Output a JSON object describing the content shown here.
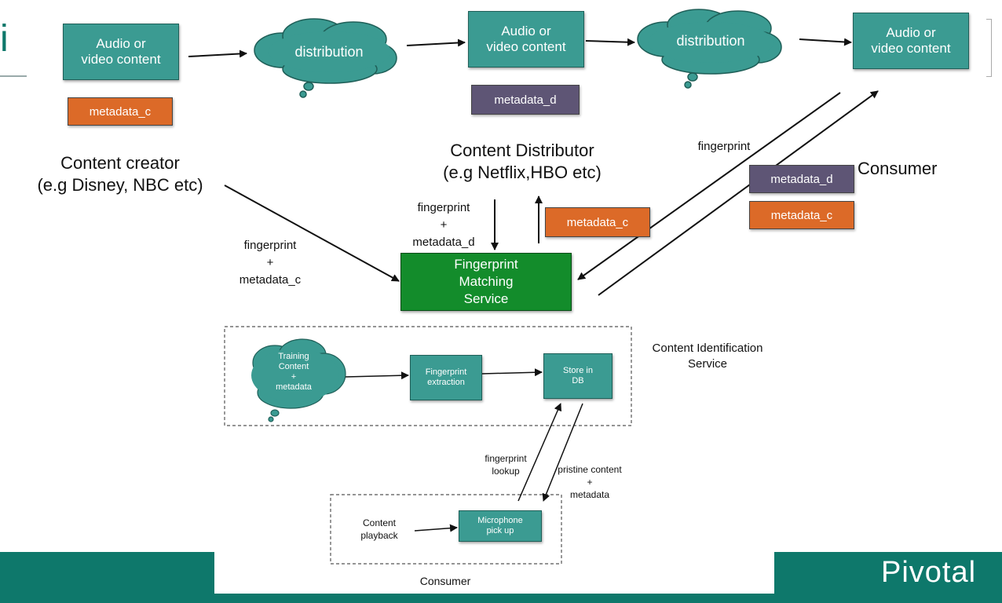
{
  "colors": {
    "box_fill": "#3b9b92",
    "metadata_c": "#dc6a28",
    "metadata_d": "#5e5575",
    "service_fill": "#138c2b",
    "footer_band": "#0e786b"
  },
  "top_flow": {
    "content_1": "Audio or\nvideo content",
    "distribution_1": "distribution",
    "content_2": "Audio or\nvideo content",
    "distribution_2": "distribution",
    "content_3": "Audio or\nvideo content"
  },
  "tags": {
    "creator_metadata": "metadata_c",
    "distributor_metadata_d": "metadata_d",
    "fms_metadata_c": "metadata_c",
    "consumer_metadata_d": "metadata_d",
    "consumer_metadata_c": "metadata_c"
  },
  "labels": {
    "content_creator": "Content creator\n(e.g Disney, NBC etc)",
    "content_distributor": "Content Distributor\n(e.g Netflix,HBO etc)",
    "consumer_top": "Consumer",
    "fp_meta_c": "fingerprint\n+\nmetadata_c",
    "fp_meta_d": "fingerprint\n+\nmetadata_d",
    "fingerprint": "fingerprint",
    "content_identification": "Content Identification\nService",
    "fingerprint_lookup": "fingerprint\nlookup",
    "pristine": "pristine content\n+\nmetadata",
    "content_playback": "Content\nplayback",
    "consumer_bottom": "Consumer"
  },
  "fingerprint_service": "Fingerprint\nMatching\nService",
  "cid": {
    "training": "Training\nContent\n+\nmetadata",
    "extraction": "Fingerprint\nextraction",
    "store": "Store in\nDB",
    "microphone": "Microphone\npick up"
  },
  "footer": {
    "logo": "Pivotal"
  },
  "title_fragment": "i"
}
